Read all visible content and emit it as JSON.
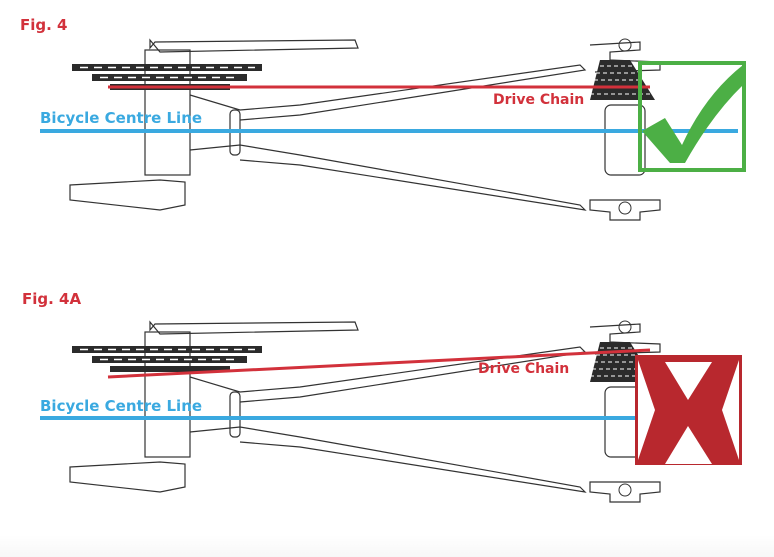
{
  "figures": [
    {
      "id": "fig-4",
      "label": "Fig. 4",
      "centre_line_label": "Bicycle Centre Line",
      "chain_label": "Drive Chain",
      "verdict": "correct",
      "verdict_icon": "check-mark-icon"
    },
    {
      "id": "fig-4a",
      "label": "Fig. 4A",
      "centre_line_label": "Bicycle Centre Line",
      "chain_label": "Drive Chain",
      "verdict": "incorrect",
      "verdict_icon": "x-mark-icon"
    }
  ],
  "colors": {
    "label_red": "#d2313b",
    "centre_line_blue": "#3aa9e0",
    "check_green": "#4caf45",
    "x_red": "#b8282e",
    "frame_line": "#333333"
  }
}
